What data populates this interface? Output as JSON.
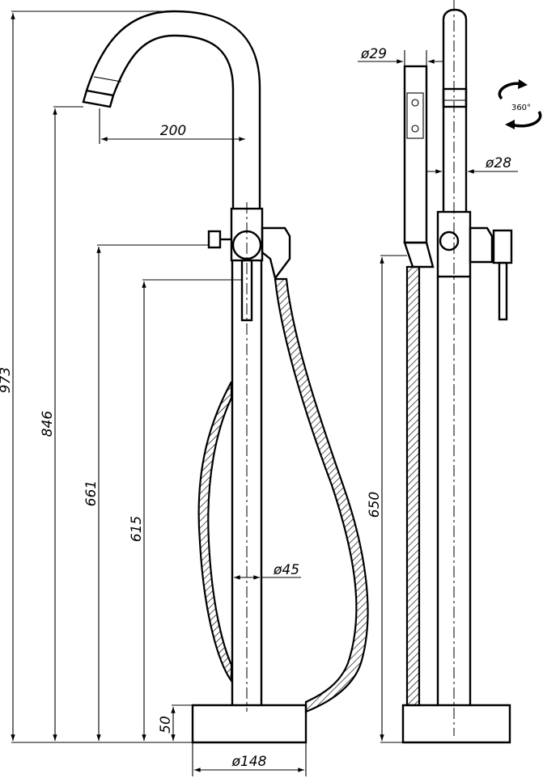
{
  "dimensions": {
    "total_height": "973",
    "spout_height": "846",
    "handle_height": "661",
    "lever_height": "615",
    "base_height": "50",
    "spout_reach": "200",
    "base_diameter": "ø148",
    "pipe_diameter": "ø45",
    "shower_diameter": "ø29",
    "spout_diameter": "ø28",
    "side_height": "650",
    "rotation": "360°"
  },
  "icons": {
    "rotation": "rotate-360-icon"
  }
}
